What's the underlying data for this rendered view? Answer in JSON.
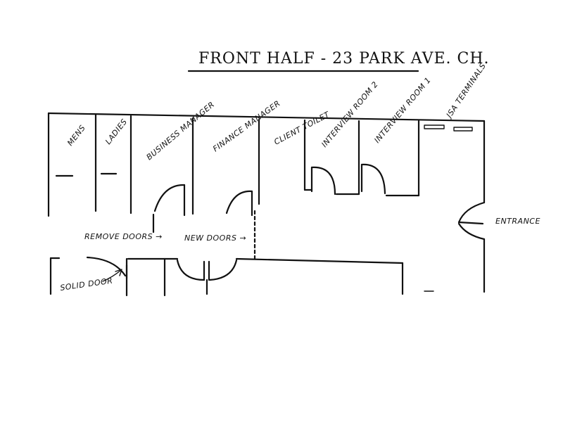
{
  "title": "FRONT HALF - 23 PARK AVE. CH.",
  "rooms": {
    "mens": "MENS",
    "ladies": "LADIES",
    "business_manager": "BUSINESS MANAGER",
    "finance_manager": "FINANCE MANAGER",
    "client_toilet": "CLIENT TOILET",
    "interview_room_2": "INTERVIEW ROOM 2",
    "interview_room_1": "INTERVIEW ROOM 1",
    "jsa_terminals": "JSA TERMINALS",
    "entrance": "ENTRANCE"
  },
  "notes": {
    "remove_doors": "REMOVE DOORS →",
    "new_doors": "NEW DOORS →",
    "solid_door": "SOLID DOOR"
  }
}
